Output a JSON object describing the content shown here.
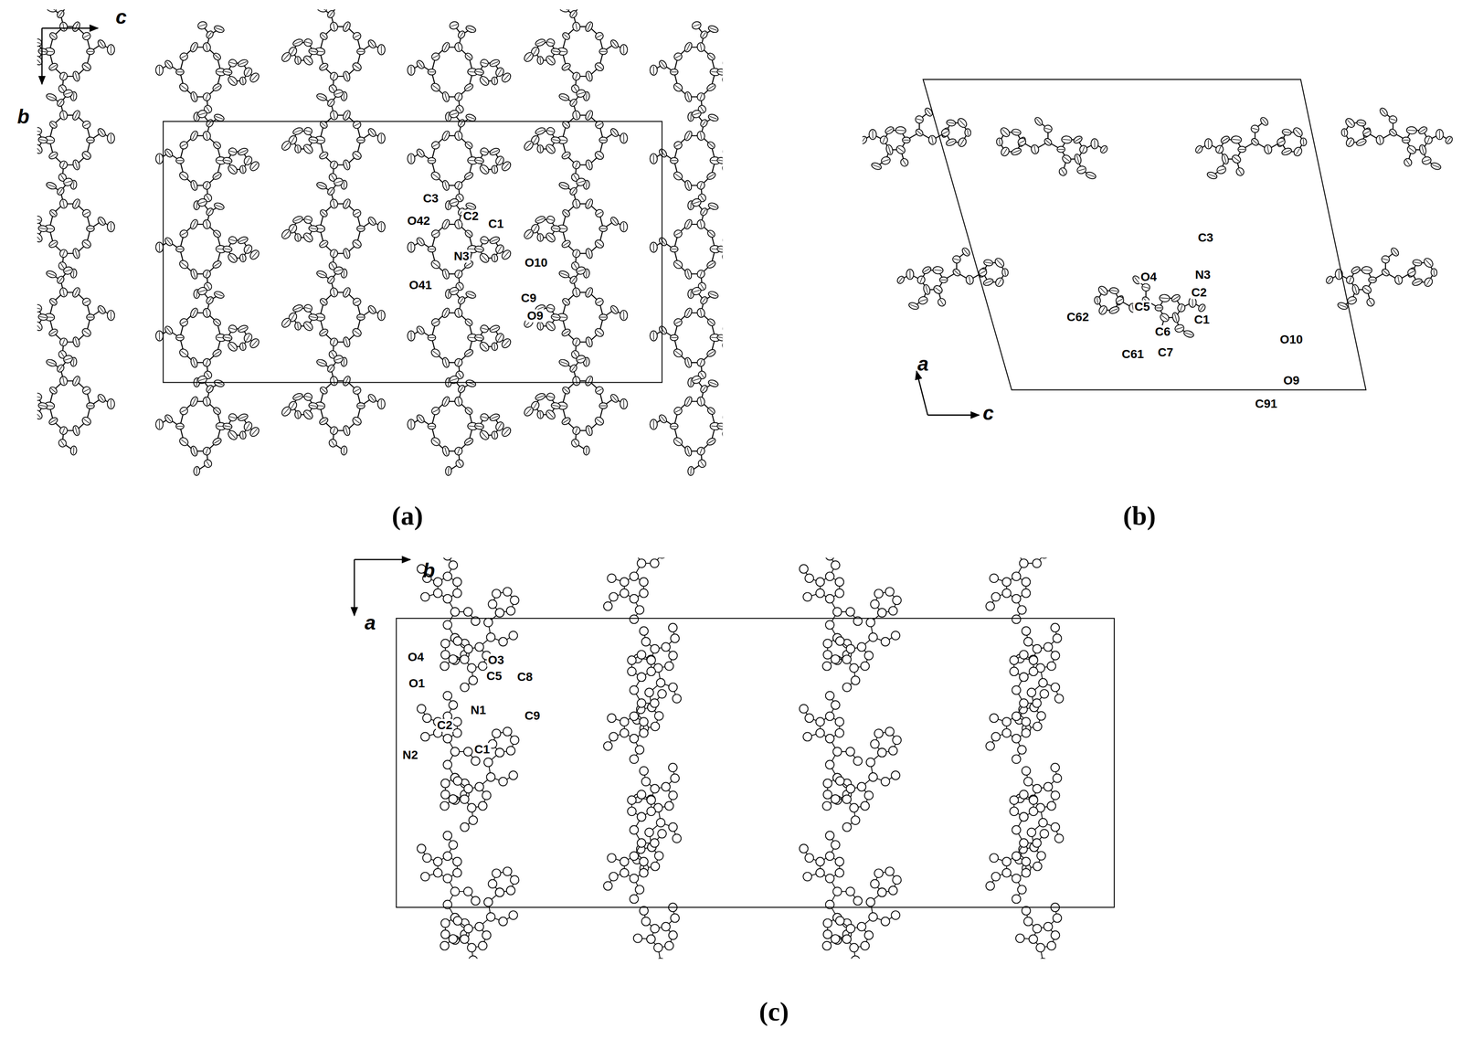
{
  "diagram": {
    "labels": [
      "c",
      "b",
      "C3",
      "C2",
      "O42",
      "C1",
      "N3",
      "O10",
      "O41",
      "C9",
      "O9",
      "(a)",
      "a",
      "C3",
      "N3",
      "O4",
      "C2",
      "C5",
      "C1",
      "C62",
      "C6",
      "O10",
      "C61",
      "C7",
      "O9",
      "C91",
      "c",
      "(b)",
      "b",
      "a",
      "O4",
      "O3",
      "C5",
      "C8",
      "O1",
      "C9",
      "N1",
      "C2",
      "C1",
      "N2",
      "(c)"
    ]
  }
}
